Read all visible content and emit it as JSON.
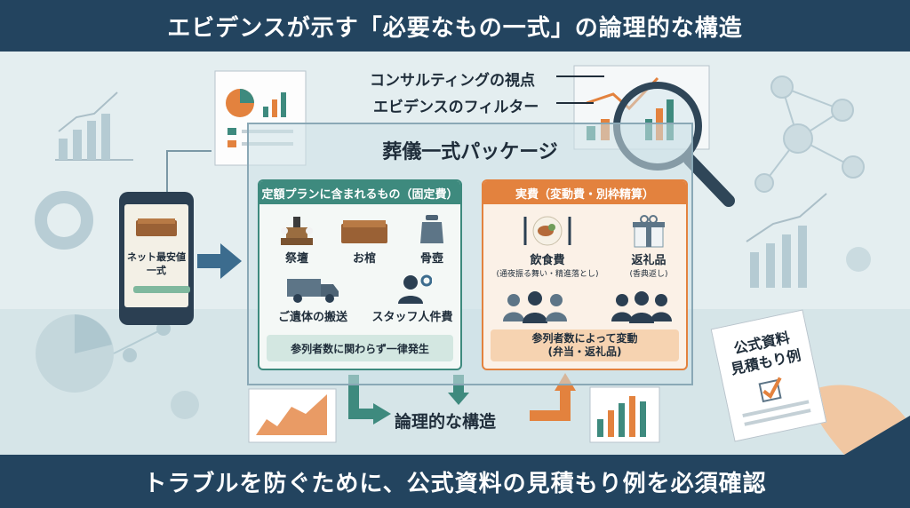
{
  "title": "エビデンスが示す「必要なもの一式」の論理的な構造",
  "footer": "トラブルを防ぐために、公式資料の見積もり例を必須確認",
  "annotations": {
    "consulting": "コンサルティングの視点",
    "evidence": "エビデンスのフィルター"
  },
  "phone": {
    "line1": "ネット最安値",
    "line2": "一式"
  },
  "package": {
    "title": "葬儀一式パッケージ",
    "fixed": {
      "header": "定額プランに含まれるもの（固定費）",
      "items": [
        "祭壇",
        "お棺",
        "骨壺",
        "ご遺体の搬送",
        "スタッフ人件費"
      ],
      "note": "参列者数に関わらず一律発生"
    },
    "variable": {
      "header": "実費（変動費・別枠精算）",
      "items": [
        {
          "label": "飲食費",
          "sub": "(通夜振る舞い・精進落とし)"
        },
        {
          "label": "返礼品",
          "sub": "(香典返し)"
        }
      ],
      "note_line1": "参列者数によって変動",
      "note_line2": "(弁当・返礼品)"
    }
  },
  "logic_label": "論理的な構造",
  "document": {
    "line1": "公式資料",
    "line2": "見積もり例"
  },
  "colors": {
    "navy": "#23445f",
    "teal": "#3e8a7e",
    "orange": "#e3823e"
  }
}
